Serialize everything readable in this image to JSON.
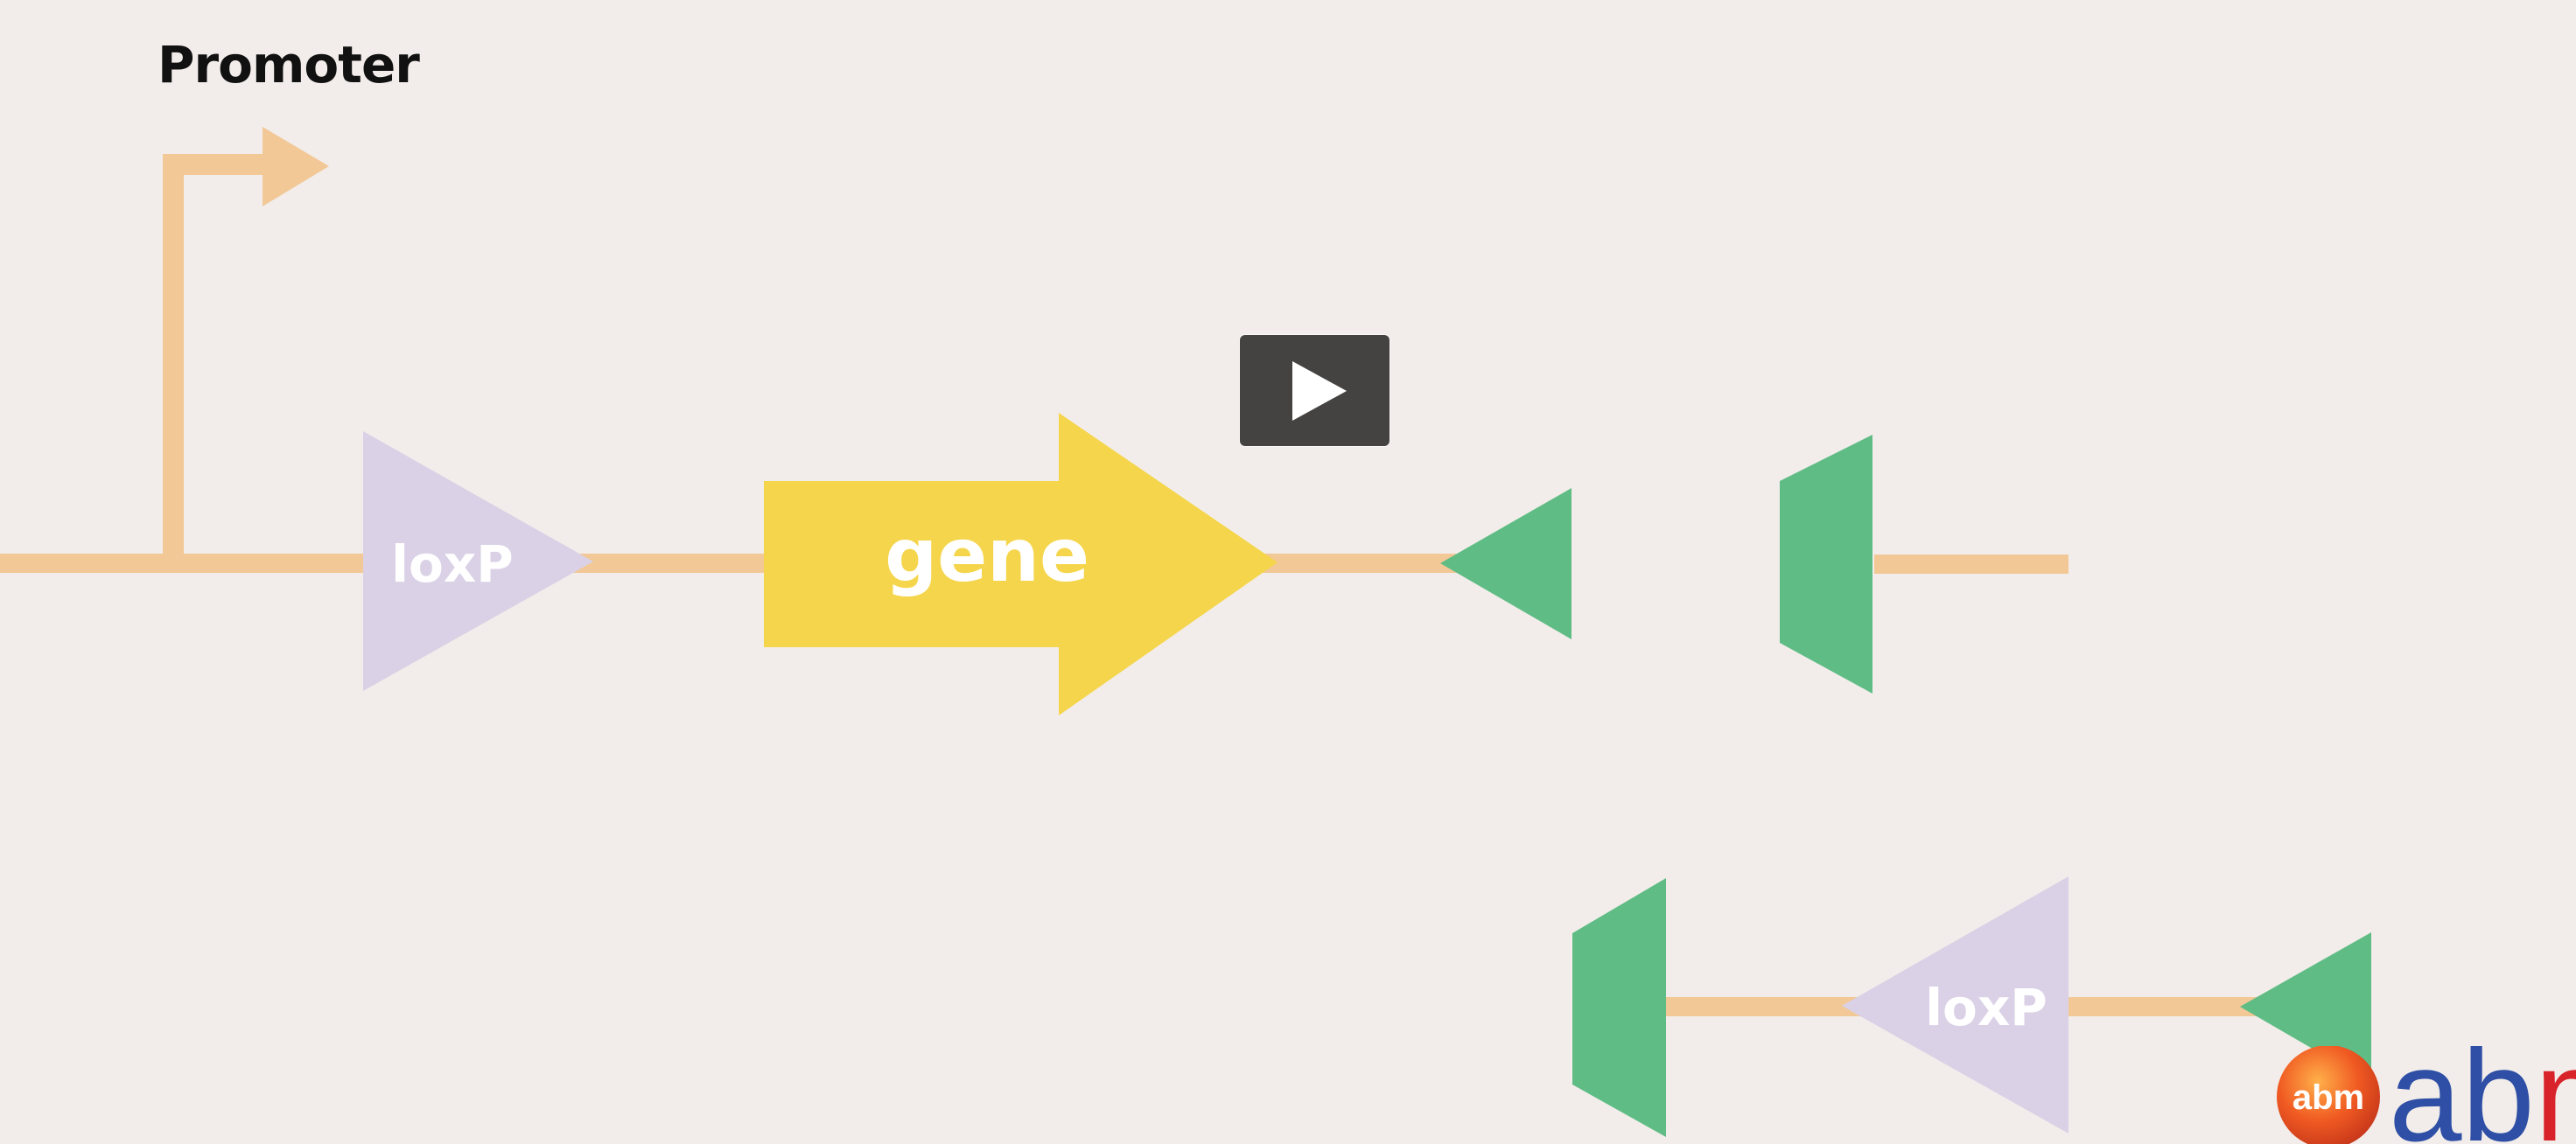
{
  "promoter": {
    "label": "Promoter"
  },
  "elements": {
    "loxp_forward": {
      "label": "loxP"
    },
    "gene": {
      "label": "gene"
    },
    "loxp_reverse": {
      "label": "loxP"
    }
  },
  "video": {
    "play_label": "Play video"
  },
  "logo": {
    "badge_text": "abm",
    "wordmark_text": "abm"
  },
  "colors": {
    "background": "#f2edea",
    "backbone": "#f2c896",
    "loxp": "#dad1e6",
    "gene": "#f5d54b",
    "site": "#5fbc85",
    "play_bg": "#454341",
    "logo_orange": "#f05a22",
    "logo_blue": "#2e4fa5",
    "logo_red": "#d8232a"
  }
}
